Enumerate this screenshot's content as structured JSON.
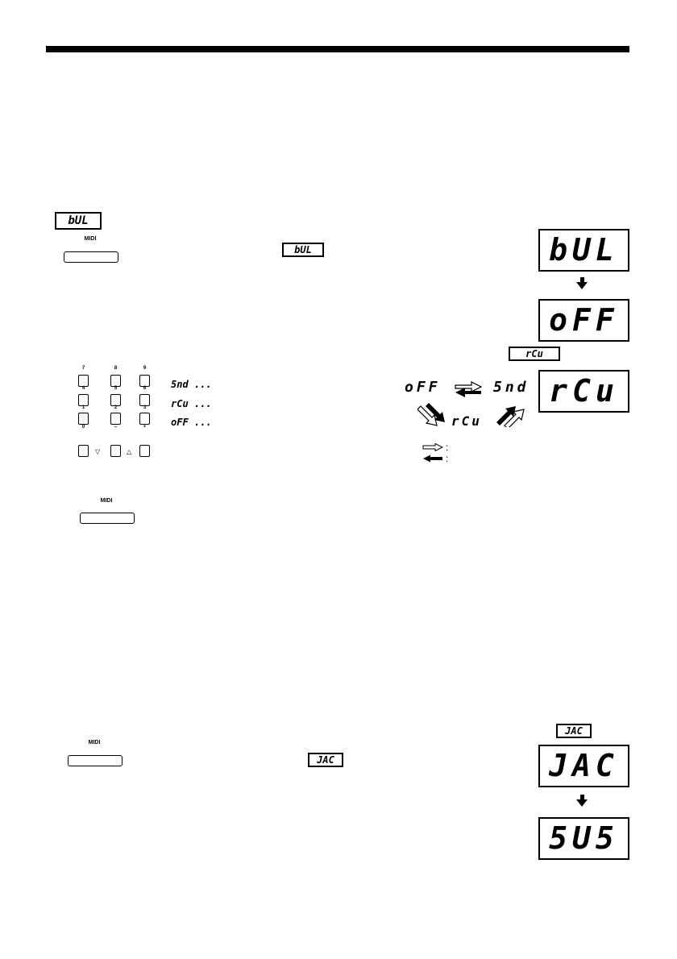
{
  "midi_label": "MIDI",
  "displays": {
    "bul": "bUL",
    "off": "oFF",
    "rcu": "rCu",
    "snd": "5nd",
    "jac": "JAC",
    "sus": "5U5"
  },
  "keypad": {
    "top_labels": [
      "7",
      "8",
      "9"
    ],
    "mid_labels": [
      "4",
      "5",
      "6"
    ],
    "low_labels": [
      "1",
      "2",
      "3"
    ],
    "bottom_labels": [
      "0",
      "–",
      "+"
    ],
    "tri_down": "▽",
    "tri_up": "△"
  },
  "options": [
    {
      "code": "5nd",
      "ellipsis": "..."
    },
    {
      "code": "rCu",
      "ellipsis": "..."
    },
    {
      "code": "oFF",
      "ellipsis": "..."
    }
  ],
  "legend_colon": ":"
}
